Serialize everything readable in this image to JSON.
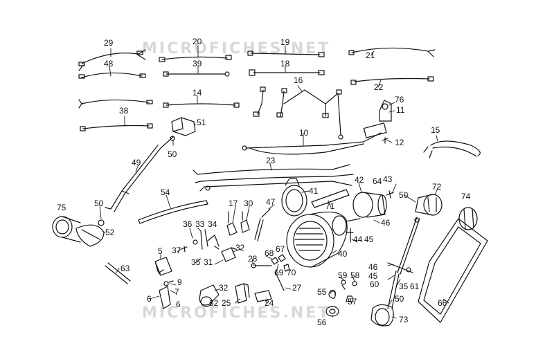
{
  "watermark_top": "MICROFICHES.NET",
  "watermark_bottom": "MICROFICHES.NET",
  "labels": {
    "p29": "29",
    "p48": "48",
    "p20": "20",
    "p39": "39",
    "p19": "19",
    "p18": "18",
    "p21": "21",
    "p22": "22",
    "p14": "14",
    "p16": "16",
    "p38": "38",
    "p76": "76",
    "p11": "11",
    "p51": "51",
    "p50a": "50",
    "p10": "10",
    "p15": "15",
    "p12": "12",
    "p49": "49",
    "p23": "23",
    "p54": "54",
    "p75": "75",
    "p50b": "50",
    "p52": "52",
    "p17": "17",
    "p30": "30",
    "p47": "47",
    "p41": "41",
    "p71": "71",
    "p42": "42",
    "p64": "64",
    "p43": "43",
    "p50c": "50",
    "p72": "72",
    "p74": "74",
    "p46a": "46",
    "p36": "36",
    "p33": "33",
    "p34": "34",
    "p37": "37",
    "p32a": "32",
    "p35": "35",
    "p31": "31",
    "p5": "5",
    "p63": "63",
    "p44": "44",
    "p45a": "45",
    "p40": "40",
    "p68": "68",
    "p67": "67",
    "p28": "28",
    "p69": "69",
    "p70": "70",
    "p46b": "46",
    "p45b": "45",
    "p60": "60",
    "p35b": "35",
    "p61": "61",
    "p9": "9",
    "p7": "7",
    "p6a": "6",
    "p6b": "6",
    "p32b": "32",
    "p25": "25",
    "p62": "62",
    "p27": "27",
    "p24": "24",
    "p59": "59",
    "p58": "58",
    "p55": "55",
    "p57": "57",
    "p50d": "50",
    "p56": "56",
    "p73": "73",
    "p66": "66"
  }
}
